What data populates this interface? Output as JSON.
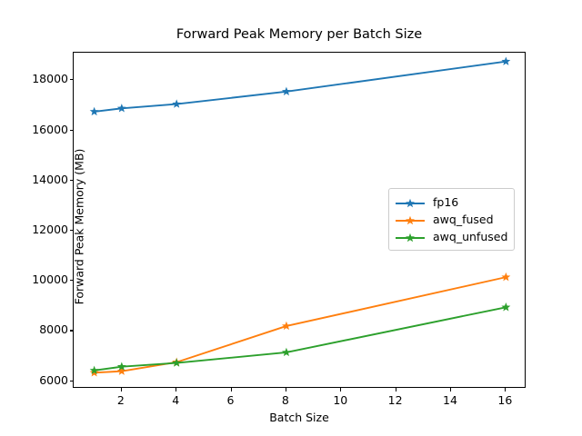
{
  "chart_data": {
    "type": "line",
    "title": "Forward Peak Memory per Batch Size",
    "xlabel": "Batch Size",
    "ylabel": "Forward Peak Memory (MB)",
    "x": [
      1,
      2,
      4,
      8,
      16
    ],
    "xlim": [
      0.25,
      16.75
    ],
    "ylim": [
      5700,
      19100
    ],
    "xticks": [
      2,
      4,
      6,
      8,
      10,
      12,
      14,
      16
    ],
    "xtick_labels": [
      "2",
      "4",
      "6",
      "8",
      "10",
      "12",
      "14",
      "16"
    ],
    "yticks": [
      6000,
      8000,
      10000,
      12000,
      14000,
      16000,
      18000
    ],
    "ytick_labels": [
      "6000",
      "8000",
      "10000",
      "12000",
      "14000",
      "16000",
      "18000"
    ],
    "grid": false,
    "legend_position": "center right",
    "marker": "star",
    "series": [
      {
        "name": "fp16",
        "color": "#1f77b4",
        "values": [
          16750,
          16880,
          17050,
          17550,
          18750
        ]
      },
      {
        "name": "awq_fused",
        "color": "#ff7f0e",
        "values": [
          6340,
          6400,
          6760,
          8200,
          10150
        ]
      },
      {
        "name": "awq_unfused",
        "color": "#2ca02c",
        "values": [
          6430,
          6580,
          6730,
          7150,
          8950
        ]
      }
    ]
  }
}
